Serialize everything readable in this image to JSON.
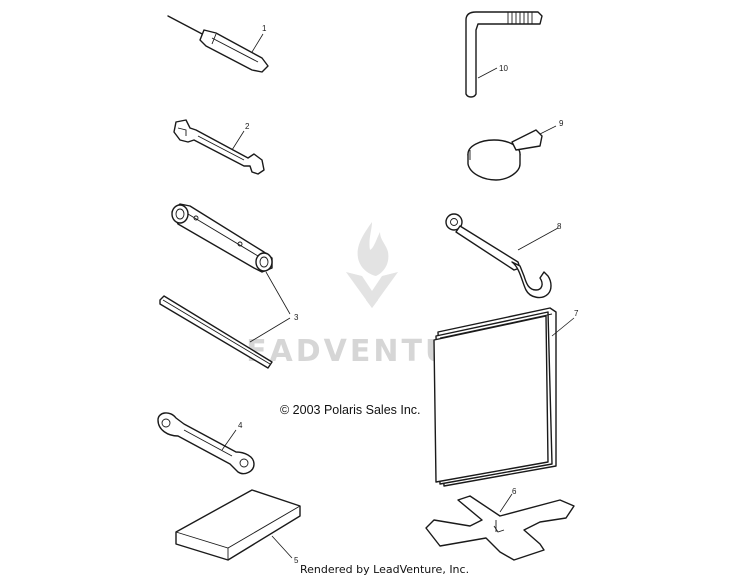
{
  "watermark": {
    "text": "EADVENTURE",
    "color": "#d6d6d6"
  },
  "copyright": "© 2003 Polaris Sales Inc.",
  "footer": "Rendered by LeadVenture, Inc.",
  "callouts": [
    "1",
    "2",
    "3",
    "4",
    "5",
    "6",
    "7",
    "8",
    "9",
    "10"
  ]
}
